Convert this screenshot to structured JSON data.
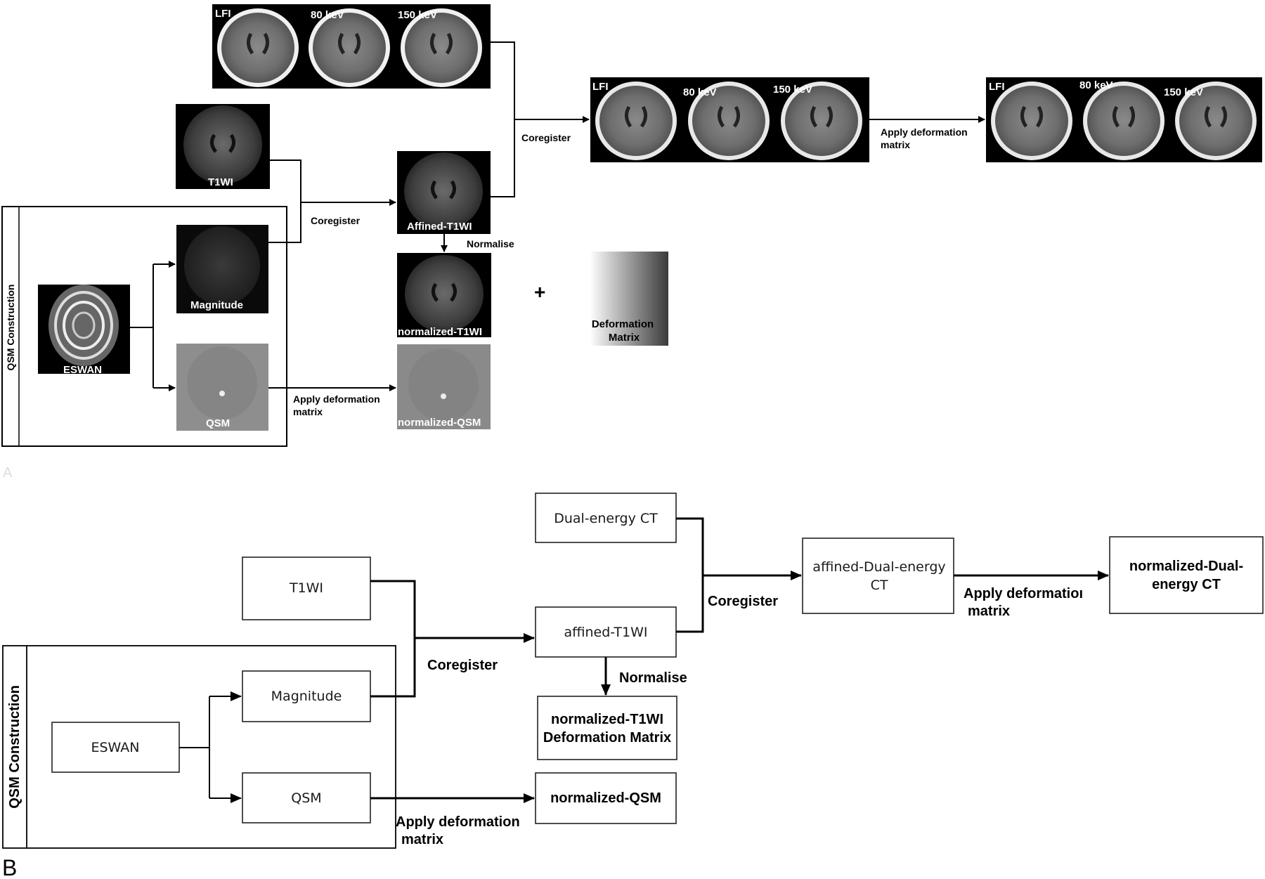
{
  "panel_a": {
    "panel_letter": "A",
    "ct_top": {
      "labels": [
        "LFI",
        "80 keV",
        "150 keV"
      ]
    },
    "t1wi": "T1WI",
    "coregister": "Coregister",
    "affined_t1wi": "Affined-T1WI",
    "normalise": "Normalise",
    "normalized_t1wi": "normalized-T1WI",
    "plus": "+",
    "deformation_matrix": [
      "Deformation",
      "Matrix"
    ],
    "ct_coregister": "Coregister",
    "ct_affined": {
      "labels": [
        "LFI",
        "80 keV",
        "150 keV"
      ]
    },
    "apply_deformation_ct": [
      "Apply deformation",
      "matrix"
    ],
    "ct_normalized": {
      "labels": [
        "LFI",
        "80 keV",
        "150 keV"
      ]
    },
    "qsm_construction": "QSM Construction",
    "eswan": "ESWAN",
    "magnitude": "Magnitude",
    "qsm": "QSM",
    "apply_deformation_qsm": [
      "Apply deformation",
      "matrix"
    ],
    "normalized_qsm": "normalized-QSM"
  },
  "panel_b": {
    "panel_letter": "B",
    "dual_energy_ct": "Dual-energy CT",
    "t1wi": "T1WI",
    "affined_t1wi": "affined-T1WI",
    "affined_dual_energy_ct": [
      "affined-Dual-energy",
      "CT"
    ],
    "normalized_dual_energy_ct": [
      "normalized-Dual-",
      "energy CT"
    ],
    "coregister_ct": "Coregister",
    "apply_deformation_ct": [
      "Apply deformatioı",
      "matrix"
    ],
    "coregister_mri": "Coregister",
    "normalise": "Normalise",
    "normalized_t1wi_deformation": [
      "normalized-T1WI",
      "Deformation Matrix"
    ],
    "qsm_construction": "QSM Construction",
    "eswan": "ESWAN",
    "magnitude": "Magnitude",
    "qsm": "QSM",
    "normalized_qsm": "normalized-QSM",
    "apply_deformation_qsm": [
      "Apply deformation",
      "matrix"
    ]
  }
}
